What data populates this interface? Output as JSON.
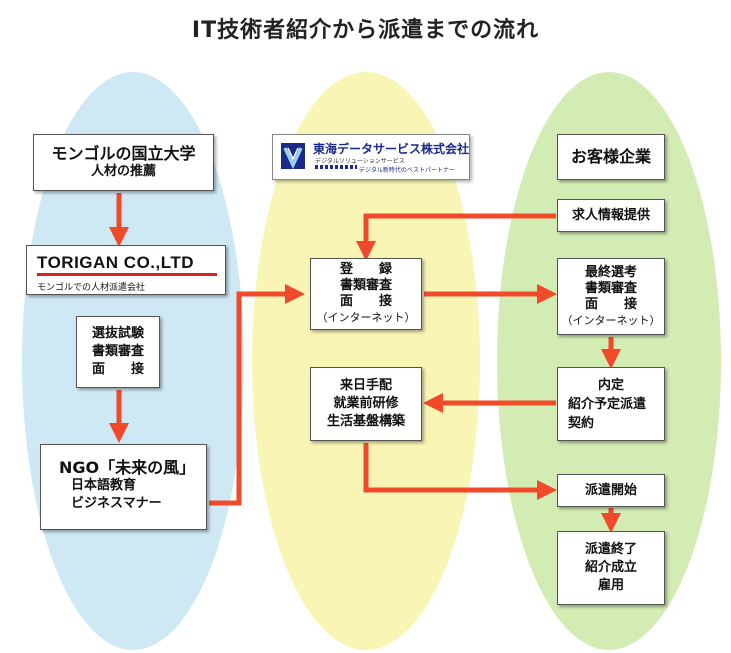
{
  "title": "IT技術者紹介から派遣までの流れ",
  "colors": {
    "left_ellipse": "#cfe9f4",
    "center_ellipse": "#f8f5b5",
    "right_ellipse": "#d3ecb4",
    "arrow": "#f04a2a",
    "tori_underline": "#e02020",
    "logo_blue": "#1a2a8a"
  },
  "left": {
    "university": {
      "line1": "モンゴルの国立大学",
      "line2": "人材の推薦"
    },
    "torigan": {
      "name": "TORIGAN CO.,LTD",
      "sub": "モンゴルでの人材派遣会社"
    },
    "screening": {
      "line1": "選抜試験",
      "line2": "書類審査",
      "line3": "面　　接"
    },
    "ngo": {
      "line1": "NGO「未来の風」",
      "line2": "日本語教育",
      "line3": "ビジネスマナー"
    }
  },
  "center": {
    "logo": {
      "name": "東海データサービス株式会社",
      "sub": "デジタルソリューションサービス",
      "tag": "デジタル新時代のベストパートナー",
      "icon": "tds-logo-icon"
    },
    "register": {
      "line1": "登　　録",
      "line2": "書類審査",
      "line3": "面　　接",
      "line4": "（インターネット）"
    },
    "arrival": {
      "line1": "来日手配",
      "line2": "就業前研修",
      "line3": "生活基盤構築"
    }
  },
  "right": {
    "client": {
      "label": "お客様企業"
    },
    "job_info": {
      "label": "求人情報提供"
    },
    "final": {
      "line1": "最終選考",
      "line2": "書類審査",
      "line3": "面　　接",
      "line4": "（インターネット）"
    },
    "offer": {
      "line1": "内定",
      "line2": "紹介予定派遣",
      "line3": "契約"
    },
    "dispatch_start": {
      "label": "派遣開始"
    },
    "end": {
      "line1": "派遣終了",
      "line2": "紹介成立",
      "line3": "雇用"
    }
  }
}
